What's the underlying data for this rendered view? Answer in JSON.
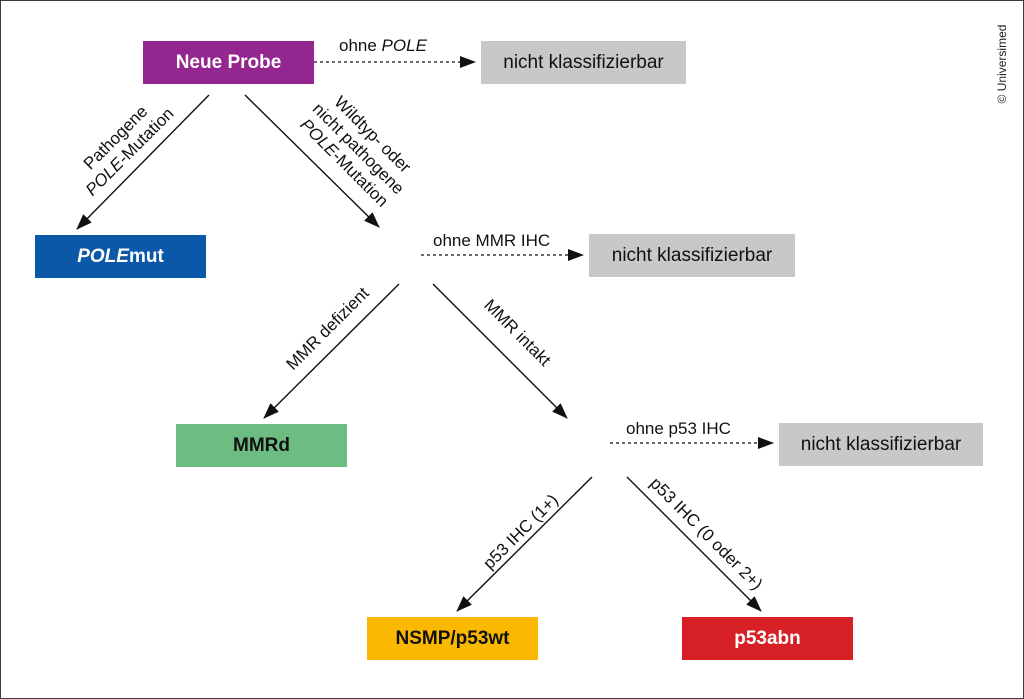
{
  "copyright": "© Universimed",
  "colors": {
    "neue_probe": "#93278f",
    "polemut": "#0a58a7",
    "mmrd": "#6dbd82",
    "nsmp": "#fbb800",
    "p53abn": "#d71f26",
    "nicht": "#c8c8c8"
  },
  "nodes": {
    "neue_probe": "Neue Probe",
    "nicht_1": "nicht klassifizierbar",
    "polemut_italic": "POLE",
    "polemut_rest": "mut",
    "nicht_2": "nicht klassifizierbar",
    "mmrd": "MMRd",
    "nicht_3": "nicht klassifizierbar",
    "nsmp": "NSMP/p53wt",
    "p53abn": "p53abn"
  },
  "edges": {
    "ohne_pole_prefix": "ohne ",
    "ohne_pole_italic": "POLE",
    "pathogene_line1": "Pathogene",
    "pathogene_line2_italic": "POLE",
    "pathogene_line2_rest": "-Mutation",
    "wildtyp_line1": "Wildtyp- oder",
    "wildtyp_line2": "nicht pathogene",
    "wildtyp_line3_italic": "POLE",
    "wildtyp_line3_rest": "-Mutation",
    "ohne_mmr": "ohne MMR IHC",
    "mmr_defizient": "MMR defizient",
    "mmr_intakt": "MMR intakt",
    "ohne_p53": "ohne p53 IHC",
    "p53_1plus": "p53 IHC (1+)",
    "p53_0_2plus": "p53 IHC (0 oder 2+)"
  }
}
